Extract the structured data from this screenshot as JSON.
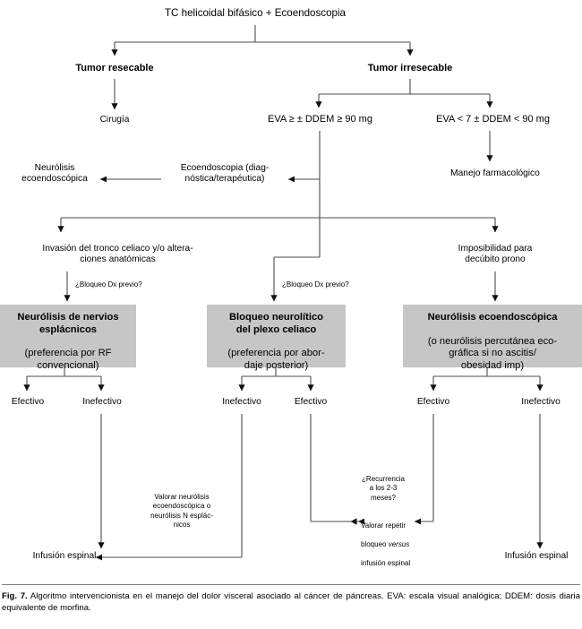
{
  "figure": {
    "title": "Algoritmo intervencionista en el manejo del dolor visceral asociado al cáncer de páncreas",
    "caption_label": "Fig. 7.",
    "caption_text": " Algoritmo intervencionista en el manejo del dolor visceral asociado al cáncer de páncreas. EVA: escala visual analógica; DDEM: dosis diaria equivalente de morfina.",
    "box_fill_color": "#c6c6c6",
    "line_color": "#4d4d4d",
    "text_color": "#000000"
  },
  "nodes": {
    "root": "TC helicoidal bifásico + Ecoendoscopia",
    "tumor_resecable": "Tumor resecable",
    "tumor_irresecable": "Tumor irresecable",
    "cirugia": "Cirugía",
    "eva_alto": "EVA ≥ ± DDEM ≥ 90 mg",
    "eva_bajo": "EVA < 7 ± DDEM < 90 mg",
    "manejo_farmacologico": "Manejo farmacológico",
    "ecoendoscopia_diag": "Ecoendoscopia (diag-\nnóstica/terapéutica)",
    "neurolisis_ecoendoscopica": "Neurólisis\necoendoscópica",
    "invasion_tronco": "Invasión del tronco celiaco y/o altera-\nciones anatómicas",
    "imposibilidad_prono": "Imposibilidad para\ndecúbito prono",
    "bloqueo_dx_previo_left": "¿Bloqueo Dx previo?",
    "bloqueo_dx_previo_mid": "¿Bloqueo Dx previo?",
    "box_left_head": "Neurólisis de nervios\nesplácnicos",
    "box_left_sub": "(preferencia por RF\nconvencional)",
    "box_mid_head": "Bloqueo neurolítico\ndel plexo celiaco",
    "box_mid_sub": "(preferencia por abor-\ndaje posterior)",
    "box_right_head": "Neurólisis ecoendoscópica",
    "box_right_sub": "(o neurólisis percutánea eco-\ngráfica si no ascitis/\nobesidad imp)",
    "left_efectivo": "Efectivo",
    "left_inefectivo": "Inefectivo",
    "mid_inefectivo": "Inefectivo",
    "mid_efectivo": "Efectivo",
    "right_efectivo": "Efectivo",
    "right_inefectivo": "Inefectivo",
    "valorar_neurolisis": "Valorar neurólisis\necoendoscópica o\nneurólisis N esplác-\nnicos",
    "recurrencia": "¿Recurrencia\na los 2-3\nmeses?",
    "valorar_repetir_1": "Valorar repetir",
    "valorar_repetir_2a": "bloqueo ",
    "valorar_repetir_2b": "versus",
    "valorar_repetir_3": "infusión espinal",
    "infusion_espinal_left": "Infusión espinal",
    "infusion_espinal_right": "Infusión espinal"
  },
  "legend": {
    "eva": "EVA: escala visual analógica",
    "ddem": "DDEM: dosis diaria equivalente de morfina"
  }
}
